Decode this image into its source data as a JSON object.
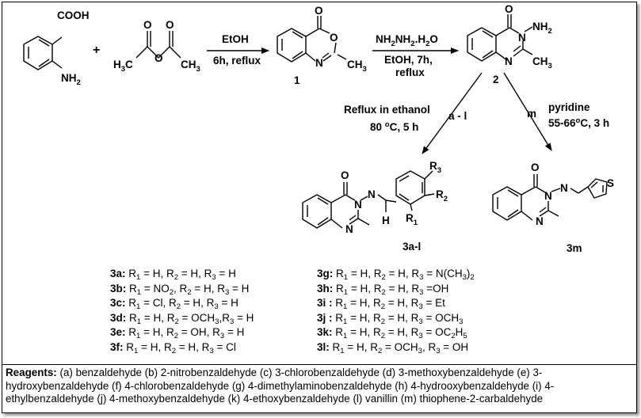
{
  "scheme": {
    "reactant_1": {
      "cooh": "COOH",
      "nh": "NH",
      "nh_sub": "2"
    },
    "plus": "+",
    "reactant_2": {
      "h3c_h": "H",
      "h3c_sub": "3",
      "h3c_c": "C",
      "ch3_c": "CH",
      "ch3_sub": "3"
    },
    "step_1": {
      "top": "EtOH",
      "bottom": "6h, reflux"
    },
    "compound_1": {
      "label": "1",
      "o": "O",
      "n": "N",
      "ch3_c": "CH",
      "ch3_sub": "3"
    },
    "step_2": {
      "reagent_a": "NH",
      "reagent_a_sub": "2",
      "reagent_b": "NH",
      "reagent_b_sub": "2",
      "reagent_c": ".H",
      "reagent_c_sub": "2",
      "reagent_d": "O",
      "line2": "EtOH, 7h,",
      "line3": "reflux"
    },
    "compound_2": {
      "label": "2",
      "o": "O",
      "n": "N",
      "n2": "N",
      "nh": "NH",
      "nh_sub": "2",
      "ch3_c": "CH",
      "ch3_sub": "3"
    },
    "step_3": {
      "line1": "Reflux in ethanol",
      "line2a": "80 ",
      "line2b": "o",
      "line2c": "C, 5 h",
      "tag": "a - l"
    },
    "step_4": {
      "line1": "pyridine",
      "line2a": "55-66",
      "line2b": "o",
      "line2c": "C, 3 h",
      "tag": "m"
    },
    "product_a": {
      "label": "3a-l",
      "o": "O",
      "n1": "N",
      "n2": "N",
      "n3": "N",
      "h": "H",
      "r1": "R",
      "r1_sub": "1",
      "r2": "R",
      "r2_sub": "2",
      "r3": "R",
      "r3_sub": "3"
    },
    "product_m": {
      "label": "3m",
      "o": "O",
      "n1": "N",
      "n2": "N",
      "n3": "N",
      "s": "S"
    }
  },
  "compounds_left": [
    {
      "id": "3a:",
      "r1": "H",
      "r2": "H",
      "r3": "H"
    },
    {
      "id": "3b:",
      "r1": "NO",
      "r1_sub": "2",
      "r2": "H",
      "r3": "H"
    },
    {
      "id": "3c:",
      "r1": "Cl",
      "r2": "H",
      "r3": "H"
    },
    {
      "id": "3d:",
      "r1": "H",
      "r2": "OCH",
      "r2_sub": "3",
      "r3": "H",
      "tight": true
    },
    {
      "id": "3e:",
      "r1": "H",
      "r2": "OH",
      "r3": "H"
    },
    {
      "id": "3f:",
      "r1": "H",
      "r2": "H",
      "r3": "Cl"
    }
  ],
  "compounds_right": [
    {
      "id": "3g:",
      "r1": "H",
      "r2": "H",
      "r3": "N(CH",
      "r3_sub": "3",
      "r3_tail": ")",
      "r3_tail_sub": "2"
    },
    {
      "id": "3h:",
      "r1": "H",
      "r2": "H",
      "r3": "OH",
      "tight3": true
    },
    {
      "id": "3i :",
      "r1": "H",
      "r2": "H",
      "r3": "Et"
    },
    {
      "id": "3j :",
      "r1": "H",
      "r2": "H",
      "r3": "OCH",
      "r3_sub": "3"
    },
    {
      "id": "3k:",
      "r1": "H",
      "r2": "H",
      "r3": "OC",
      "r3_sub": "2",
      "r3_tail": "H",
      "r3_tail_sub": "5"
    },
    {
      "id": "3l:",
      "r1": "H",
      "r2": "OCH",
      "r2_sub": "3",
      "r3": "OH"
    }
  ],
  "reagents": {
    "heading": "Reagents:",
    "text": "(a) benzaldehyde (b) 2-nitrobenzaldehyde (c) 3-chlorobenzaldehyde (d) 3-methoxybenzaldehyde (e) 3-hydroxybenzaldehyde (f) 4-chlorobenzaldehyde (g) 4-dimethylaminobenzaldehyde (h) 4-hydrooxybenzaldehyde (i) 4-ethylbenzaldehyde (j) 4-methoxybenzaldehyde (k) 4-ethoxybenzaldehyde (l) vanillin (m) thiophene-2-carbaldehyde"
  }
}
